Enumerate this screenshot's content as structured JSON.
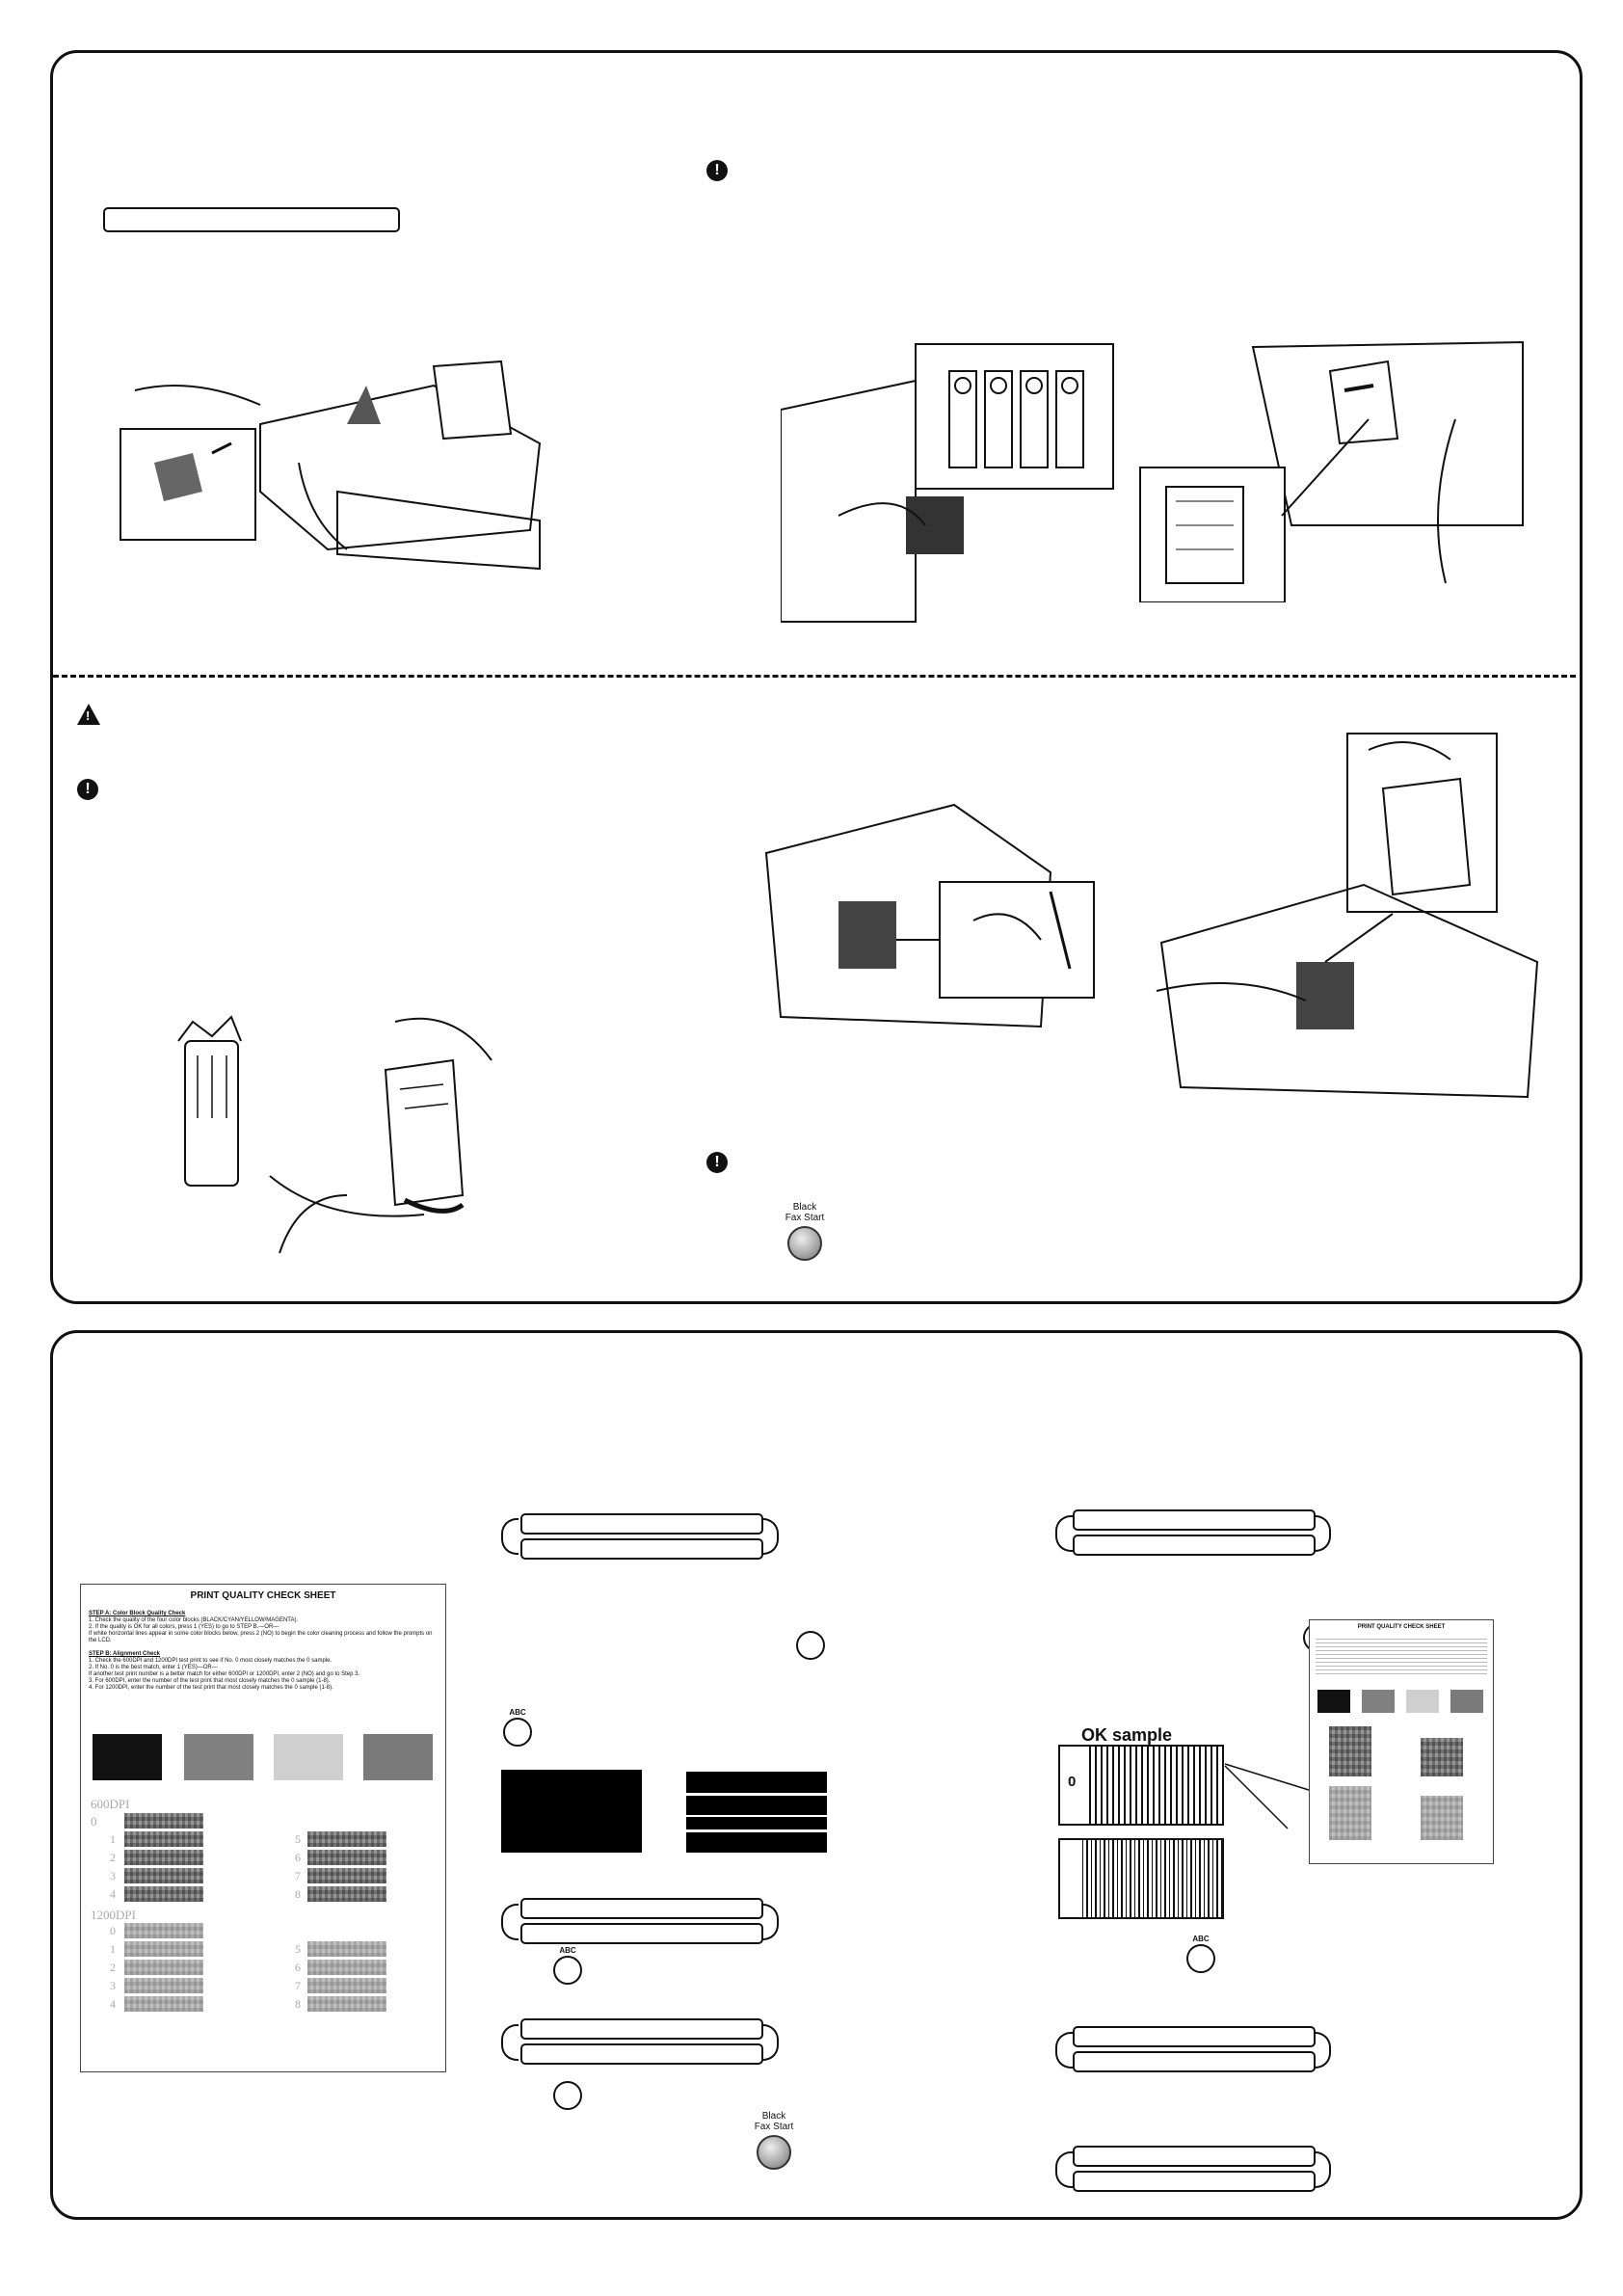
{
  "notice_icon": "!",
  "warning_icon": "!",
  "start_button": {
    "line1": "Black",
    "line2": "Fax Start"
  },
  "abc_label": "ABC",
  "check_sheet": {
    "title": "PRINT QUALITY CHECK SHEET",
    "step_a_title": "STEP A: Color Block Quality Check",
    "step_a_lines": [
      "1. Check the quality of the four color blocks (BLACK/CYAN/YELLOW/MAGENTA).",
      "2. If the quality is OK for all colors, press 1 (YES) to go to STEP B.—OR—",
      "If white horizontal lines appear in some color blocks below, press 2 (NO) to begin the color cleaning process and follow the prompts on the LCD."
    ],
    "step_b_title": "STEP B: Alignment Check",
    "step_b_lines": [
      "1. Check the 600DPI and 1200DPI test print to see if No. 0 most closely matches the 0 sample.",
      "2. If No. 0 is the best match, enter 1 (YES)—OR—",
      "If another test print number is a better match for either 600DPI or 1200DPI, enter 2 (NO) and go to Step 3.",
      "3. For 600DPI, enter the number of the test print that most closely matches the 0 sample (1-8).",
      "4. For 1200DPI, enter the number of the test print that most closely matches the 0 sample (1-8)."
    ],
    "dpi_600": "600DPI",
    "dpi_1200": "1200DPI",
    "numbers_left": [
      "0",
      "1",
      "2",
      "3",
      "4"
    ],
    "numbers_right": [
      "5",
      "6",
      "7",
      "8"
    ]
  },
  "ok_sample": {
    "label": "OK sample",
    "number": "0"
  }
}
